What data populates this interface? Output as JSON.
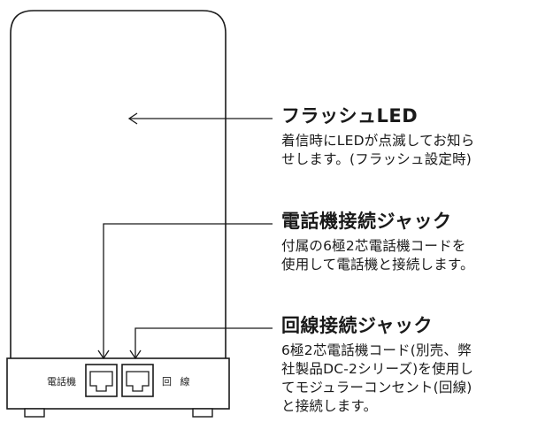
{
  "device": {
    "port_label_left": "電話機",
    "port_label_right": "回 線"
  },
  "callouts": [
    {
      "title": "フラッシュLED",
      "desc": [
        "着信時にLEDが点滅してお知ら",
        "せします。(フラッシュ設定時)"
      ]
    },
    {
      "title": "電話機接続ジャック",
      "desc": [
        "付属の6極2芯電話機コードを",
        "使用して電話機と接続します。"
      ]
    },
    {
      "title": "回線接続ジャック",
      "desc": [
        "6極2芯電話機コード(別売、弊",
        "社製品DC-2シリーズ)を使用し",
        "てモジュラーコンセント(回線)",
        "と接続します。"
      ]
    }
  ],
  "colors": {
    "stroke": "#1a1a1a",
    "background": "#ffffff"
  }
}
